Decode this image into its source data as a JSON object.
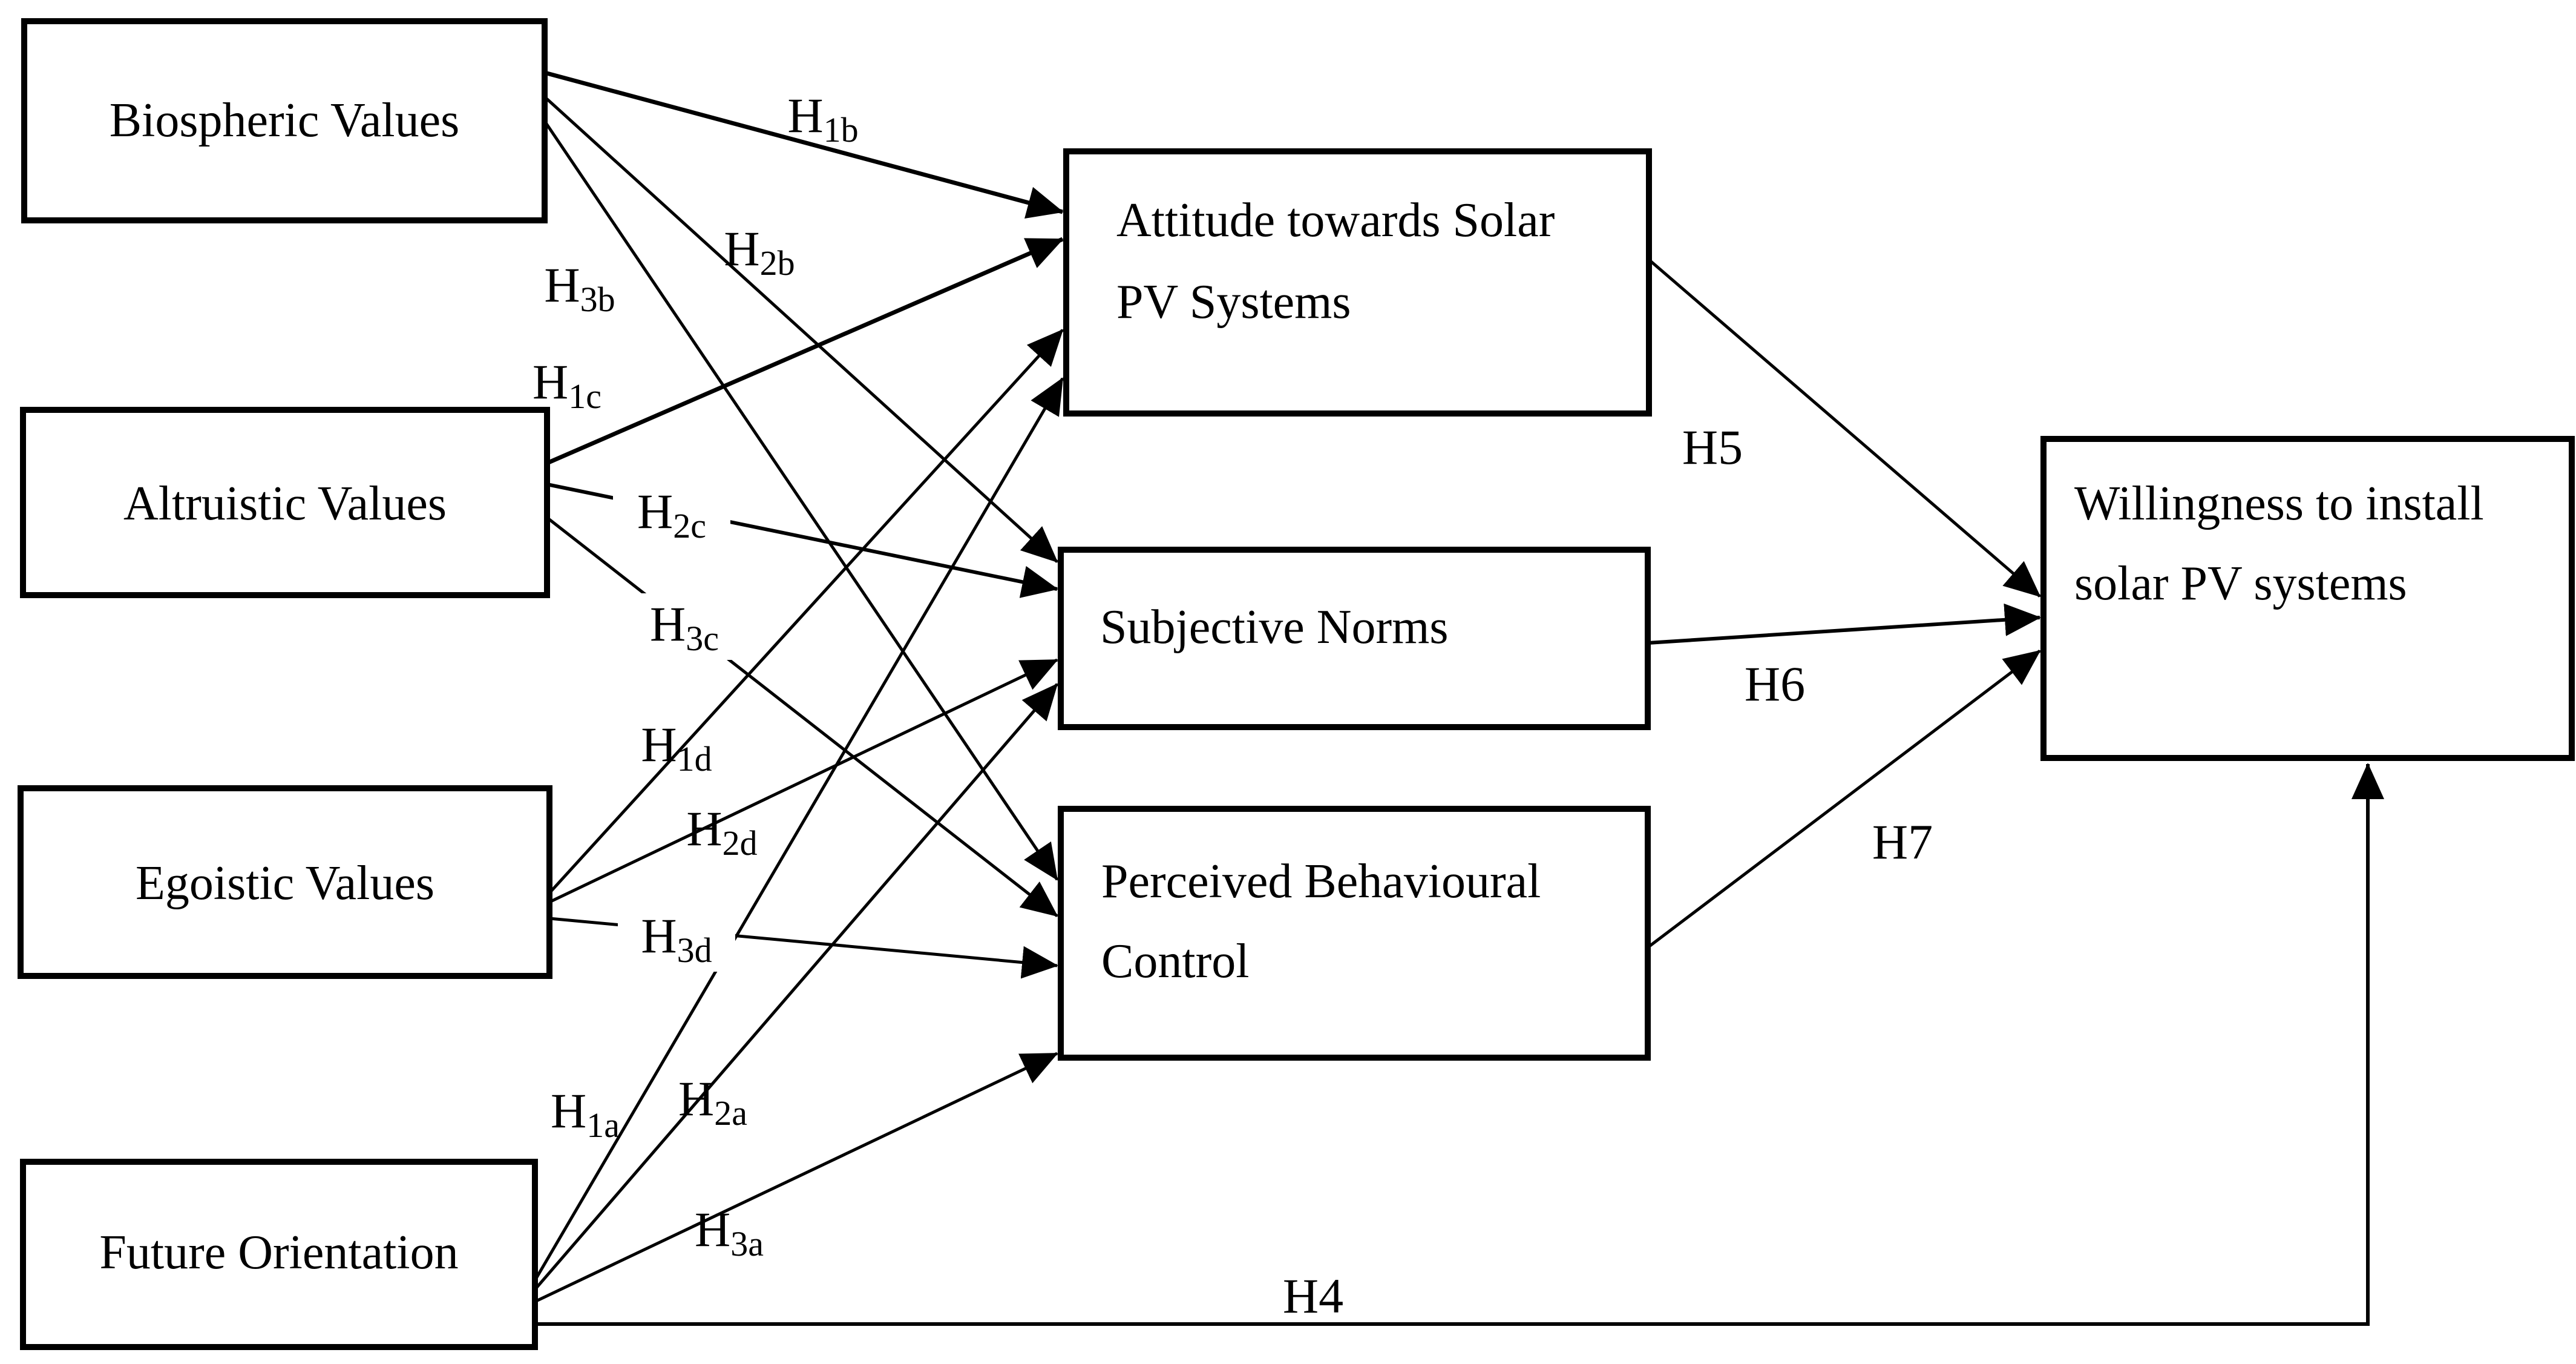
{
  "diagram": {
    "description": "Conceptual research model: value orientations and future orientation predicting willingness to install solar PV systems via attitude, subjective norms and perceived behavioural control",
    "colors": {
      "stroke": "#000000",
      "background": "#ffffff",
      "text": "#000000"
    }
  },
  "nodes": {
    "biospheric": {
      "label": "Biospheric Values"
    },
    "altruistic": {
      "label": "Altruistic Values"
    },
    "egoistic": {
      "label": "Egoistic Values"
    },
    "future": {
      "label": "Future Orientation"
    },
    "attitude": {
      "line1": "Attitude towards Solar",
      "line2": "PV Systems"
    },
    "norms": {
      "label": "Subjective Norms"
    },
    "pbc": {
      "line1": "Perceived Behavioural",
      "line2": "Control"
    },
    "willingness": {
      "line1": "Willingness to install",
      "line2": "solar PV systems"
    }
  },
  "hypotheses": {
    "h1b": {
      "main": "H",
      "sub": "1b"
    },
    "h2b": {
      "main": "H",
      "sub": "2b"
    },
    "h3b": {
      "main": "H",
      "sub": "3b"
    },
    "h1c": {
      "main": "H",
      "sub": "1c"
    },
    "h2c": {
      "main": "H",
      "sub": "2c"
    },
    "h3c": {
      "main": "H",
      "sub": "3c"
    },
    "h1d": {
      "main": "H",
      "sub": "1d"
    },
    "h2d": {
      "main": "H",
      "sub": "2d"
    },
    "h3d": {
      "main": "H",
      "sub": "3d"
    },
    "h1a": {
      "main": "H",
      "sub": "1a"
    },
    "h2a": {
      "main": "H",
      "sub": "2a"
    },
    "h3a": {
      "main": "H",
      "sub": "3a"
    },
    "h4": {
      "main": "H4",
      "sub": ""
    },
    "h5": {
      "main": "H5",
      "sub": ""
    },
    "h6": {
      "main": "H6",
      "sub": ""
    },
    "h7": {
      "main": "H7",
      "sub": ""
    }
  },
  "edges": [
    {
      "from": "Biospheric Values",
      "to": "Attitude towards Solar PV Systems",
      "label": "H1b"
    },
    {
      "from": "Biospheric Values",
      "to": "Subjective Norms",
      "label": "H2b"
    },
    {
      "from": "Biospheric Values",
      "to": "Perceived Behavioural Control",
      "label": "H3b"
    },
    {
      "from": "Altruistic Values",
      "to": "Attitude towards Solar PV Systems",
      "label": "H1c"
    },
    {
      "from": "Altruistic Values",
      "to": "Subjective Norms",
      "label": "H2c"
    },
    {
      "from": "Altruistic Values",
      "to": "Perceived Behavioural Control",
      "label": "H3c"
    },
    {
      "from": "Egoistic Values",
      "to": "Attitude towards Solar PV Systems",
      "label": "H1d"
    },
    {
      "from": "Egoistic Values",
      "to": "Subjective Norms",
      "label": "H2d"
    },
    {
      "from": "Egoistic Values",
      "to": "Perceived Behavioural Control",
      "label": "H3d"
    },
    {
      "from": "Future Orientation",
      "to": "Attitude towards Solar PV Systems",
      "label": "H1a"
    },
    {
      "from": "Future Orientation",
      "to": "Subjective Norms",
      "label": "H2a"
    },
    {
      "from": "Future Orientation",
      "to": "Perceived Behavioural Control",
      "label": "H3a"
    },
    {
      "from": "Future Orientation",
      "to": "Willingness to install solar PV systems",
      "label": "H4"
    },
    {
      "from": "Attitude towards Solar PV Systems",
      "to": "Willingness to install solar PV systems",
      "label": "H5"
    },
    {
      "from": "Subjective Norms",
      "to": "Willingness to install solar PV systems",
      "label": "H6"
    },
    {
      "from": "Perceived Behavioural Control",
      "to": "Willingness to install solar PV systems",
      "label": "H7"
    }
  ]
}
